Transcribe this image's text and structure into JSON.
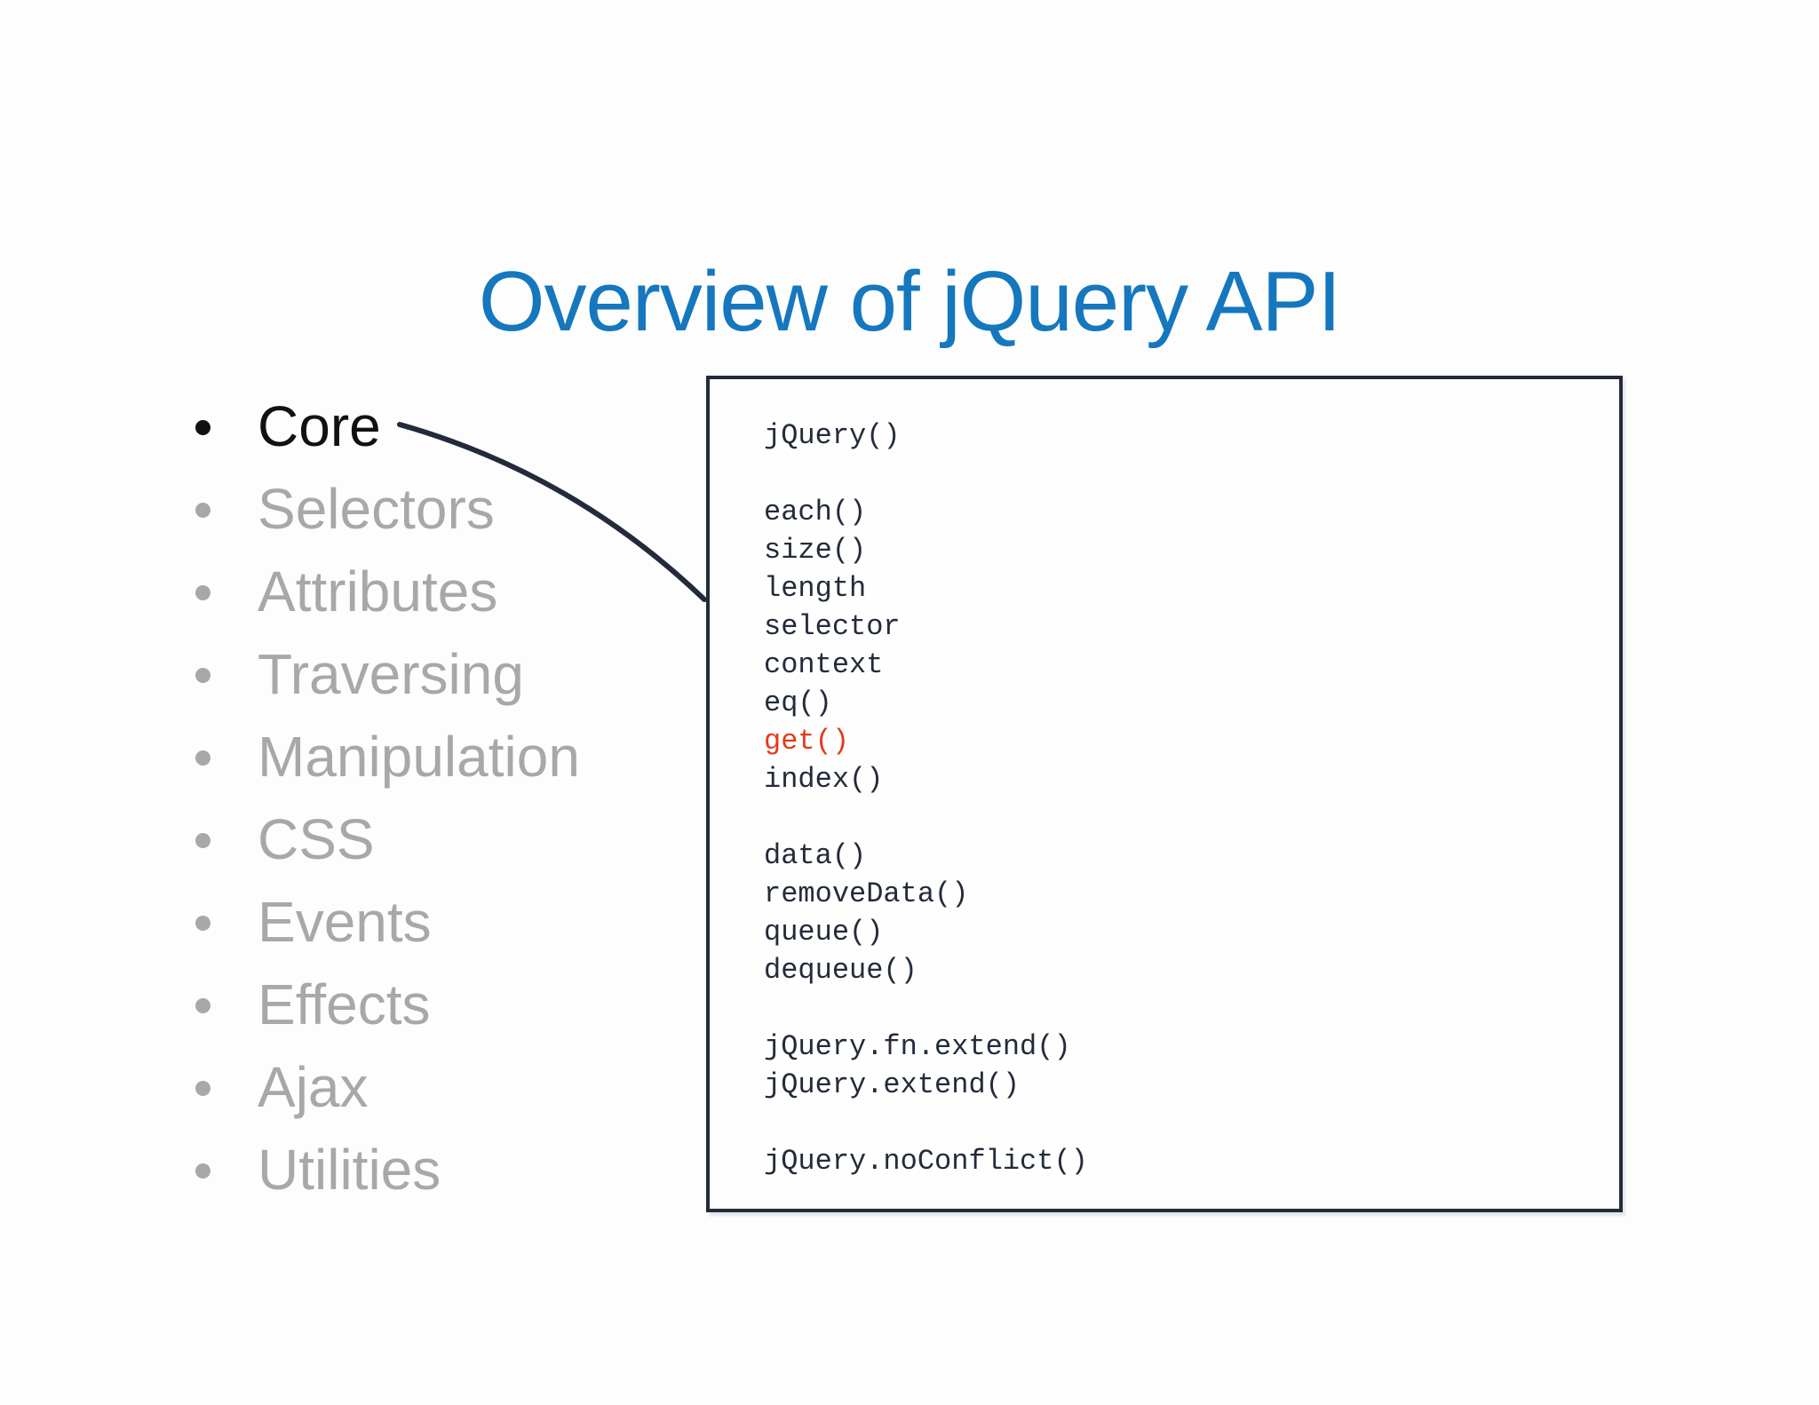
{
  "slide": {
    "title": "Overview of jQuery API"
  },
  "toc": {
    "items": [
      {
        "label": "Core",
        "active": true
      },
      {
        "label": "Selectors",
        "active": false
      },
      {
        "label": "Attributes",
        "active": false
      },
      {
        "label": "Traversing",
        "active": false
      },
      {
        "label": "Manipulation",
        "active": false
      },
      {
        "label": "CSS",
        "active": false
      },
      {
        "label": "Events",
        "active": false
      },
      {
        "label": "Effects",
        "active": false
      },
      {
        "label": "Ajax",
        "active": false
      },
      {
        "label": "Utilities",
        "active": false
      }
    ]
  },
  "codebox": {
    "lines": [
      {
        "text": "jQuery()",
        "highlight": false
      },
      {
        "text": "",
        "highlight": false
      },
      {
        "text": "each()",
        "highlight": false
      },
      {
        "text": "size()",
        "highlight": false
      },
      {
        "text": "length",
        "highlight": false
      },
      {
        "text": "selector",
        "highlight": false
      },
      {
        "text": "context",
        "highlight": false
      },
      {
        "text": "eq()",
        "highlight": false
      },
      {
        "text": "get()",
        "highlight": true
      },
      {
        "text": "index()",
        "highlight": false
      },
      {
        "text": "",
        "highlight": false
      },
      {
        "text": "data()",
        "highlight": false
      },
      {
        "text": "removeData()",
        "highlight": false
      },
      {
        "text": "queue()",
        "highlight": false
      },
      {
        "text": "dequeue()",
        "highlight": false
      },
      {
        "text": "",
        "highlight": false
      },
      {
        "text": "jQuery.fn.extend()",
        "highlight": false
      },
      {
        "text": "jQuery.extend()",
        "highlight": false
      },
      {
        "text": "",
        "highlight": false
      },
      {
        "text": "jQuery.noConflict()",
        "highlight": false
      }
    ]
  },
  "colors": {
    "title-blue": "#1577BE",
    "inactive-gray": "#A8A8A8",
    "active-black": "#111111",
    "code-navy": "#232B3B",
    "highlight-red": "#E5391C",
    "background": "#FDFDFD"
  }
}
